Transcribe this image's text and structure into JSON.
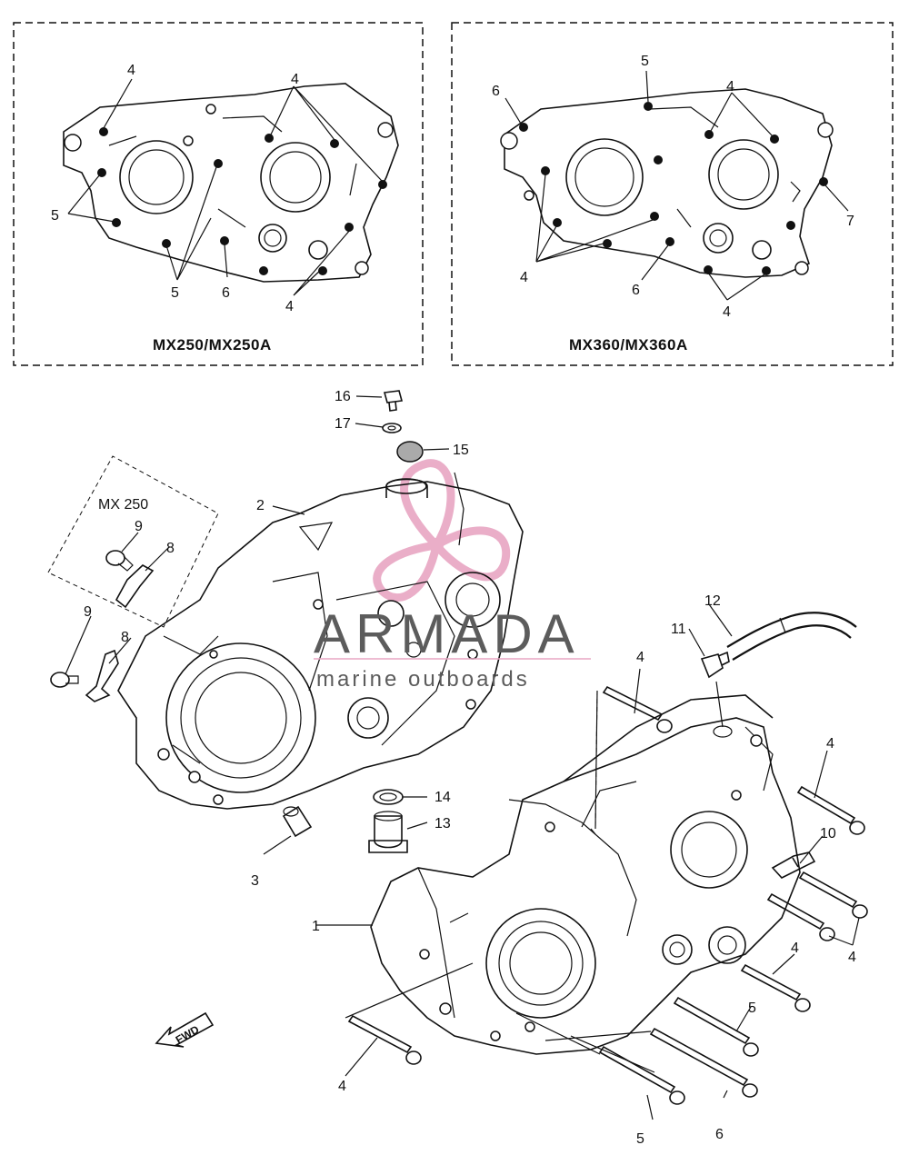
{
  "panels": {
    "left_caption": "MX250/MX250A",
    "right_caption": "MX360/MX360A",
    "left_callouts": [
      "4",
      "4",
      "5",
      "5",
      "6",
      "4"
    ],
    "right_callouts": [
      "5",
      "6",
      "4",
      "7",
      "4",
      "6",
      "4"
    ]
  },
  "exploded": {
    "variant_box_label": "MX 250",
    "fwd_label": "FWD",
    "callouts": {
      "c1": "1",
      "c2": "2",
      "c3": "3",
      "c4a": "4",
      "c4b": "4",
      "c4c": "4",
      "c4d": "4",
      "c4e": "4",
      "c5a": "5",
      "c5b": "5",
      "c6": "6",
      "c8a": "8",
      "c8b": "8",
      "c9a": "9",
      "c9b": "9",
      "c10": "10",
      "c11": "11",
      "c12": "12",
      "c13": "13",
      "c14": "14",
      "c15": "15",
      "c16": "16",
      "c17": "17"
    }
  },
  "watermark": {
    "brand": "ARMADA",
    "tagline": "marine outboards",
    "colors": {
      "logo_pink": "#e8a6c3",
      "brand_gray": "#5c5c5c"
    }
  }
}
